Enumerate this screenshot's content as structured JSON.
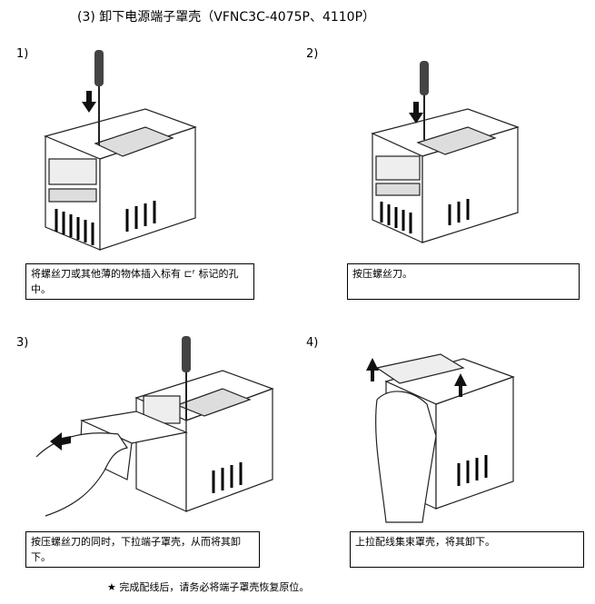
{
  "heading": "(3) 卸下电源端子罩壳（VFNC3C-4075P、4110P）",
  "steps": [
    {
      "number": "1)",
      "caption": "将螺丝刀或其他薄的物体插入标有 ⊏ᶠ 标记的孔中。"
    },
    {
      "number": "2)",
      "caption": "按压螺丝刀。"
    },
    {
      "number": "3)",
      "caption": "按压螺丝刀的同时，下拉端子罩壳，从而将其卸下。"
    },
    {
      "number": "4)",
      "caption": "上拉配线集束罩壳，将其卸下。"
    }
  ],
  "note": "★ 完成配线后，请务必将端子罩壳恢复原位。"
}
